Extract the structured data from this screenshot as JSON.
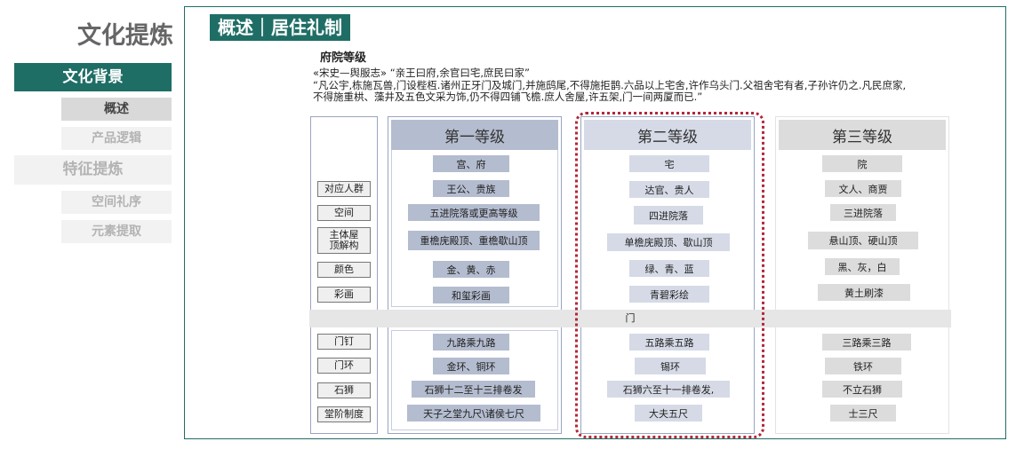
{
  "nav": {
    "title": "文化提炼",
    "primary": "文化背景",
    "items": [
      {
        "label": "概述",
        "active": true
      },
      {
        "label": "产品逻辑",
        "active": false
      }
    ],
    "section2": "特征提炼",
    "items2": [
      {
        "label": "空间礼序"
      },
      {
        "label": "元素提取"
      }
    ]
  },
  "content": {
    "header": "概述｜居住礼制",
    "subtitle": "府院等级",
    "source": "«宋史—舆服志» “亲王曰府,余官曰宅,庶民曰家”",
    "quote1": "“凡公宇,栋施瓦兽,门设梐枑.诸州正牙门及城门,并施鸱尾,不得施拒鹊.六品以上宅舍,许作乌头门.父祖舍宅有者,子孙许仍之.凡民庶家,",
    "quote2": "不得施重栱、藻井及五色文采为饰,仍不得四铺飞檐.庶人舍屋,许五架,门一间两厦而已.”"
  },
  "table": {
    "row_labels_top": [
      "对应人群",
      "空间",
      "主体屋顶解构",
      "颜色",
      "彩画"
    ],
    "row_labels_bottom": [
      "门钉",
      "门环",
      "石狮",
      "堂阶制度"
    ],
    "gate_label": "门",
    "columns": [
      {
        "title": "第一等级",
        "top": [
          "宫、府",
          "王公、贵族",
          "五进院落或更高等级",
          "重檐庑殿顶、重檐歇山顶",
          "金、黄、赤",
          "和玺彩画"
        ],
        "bottom": [
          "九路乘九路",
          "金环、铜环",
          "石狮十二至十三排卷发",
          "天子之堂九尺\\诸侯七尺"
        ]
      },
      {
        "title": "第二等级",
        "top": [
          "宅",
          "达官、贵人",
          "四进院落",
          "单檐庑殿顶、歇山顶",
          "绿、青、蓝",
          "青碧彩绘"
        ],
        "bottom": [
          "五路乘五路",
          "锡环",
          "石狮六至十一排卷发,",
          "大夫五尺"
        ]
      },
      {
        "title": "第三等级",
        "top": [
          "院",
          "文人、商贾",
          "三进院落",
          "悬山顶、硬山顶",
          "黑、灰，白",
          "黄土刷漆"
        ],
        "bottom": [
          "三路乘三路",
          "铁环",
          "不立石狮",
          "士三尺"
        ]
      }
    ]
  }
}
